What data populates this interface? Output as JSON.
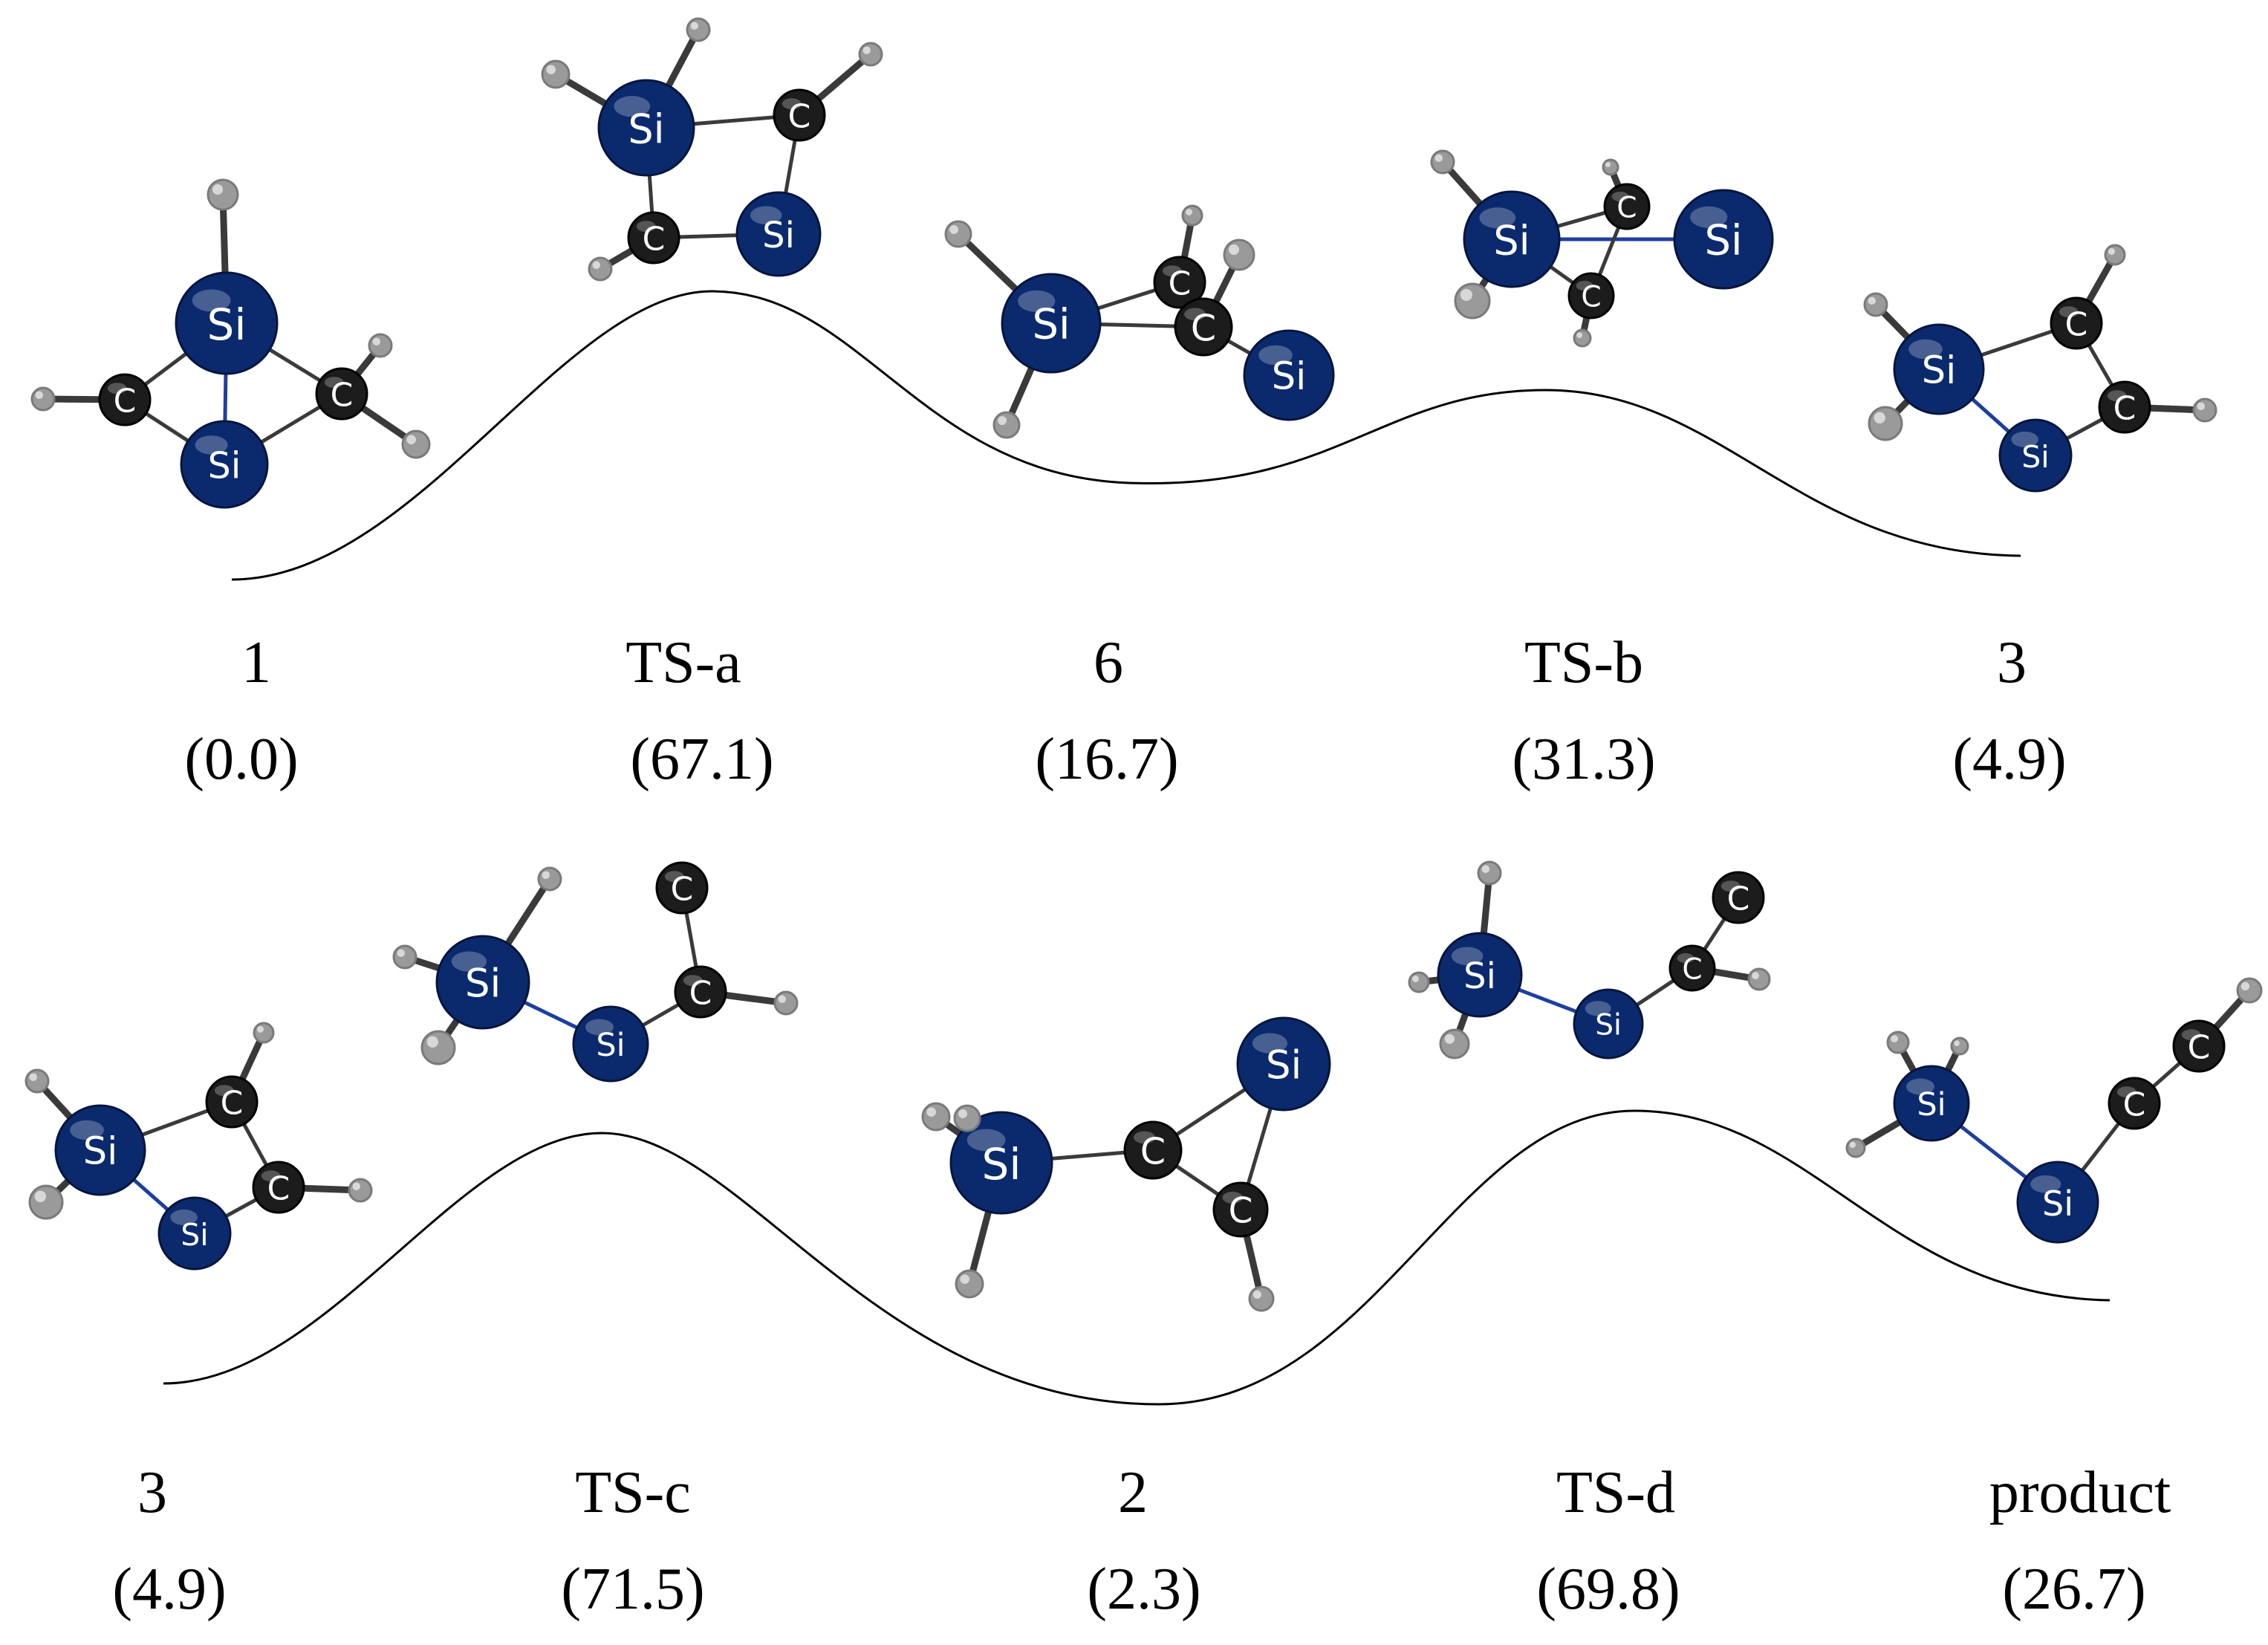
{
  "colors": {
    "silicon": "#0b2a6e",
    "carbon": "#1c1c1c",
    "hydrogen": "#9a9a9a",
    "bond": "#3a3a3a",
    "si_bond": "#1f3f9e",
    "curve": "#000000",
    "atom_text": "#ffffff"
  },
  "atom_labels": {
    "silicon": "Si",
    "carbon": "C"
  },
  "rows": [
    {
      "species": [
        {
          "name": "1",
          "energy": "(0.0)"
        },
        {
          "name": "TS-a",
          "energy": "(67.1)"
        },
        {
          "name": "6",
          "energy": "(16.7)"
        },
        {
          "name": "TS-b",
          "energy": "(31.3)"
        },
        {
          "name": "3",
          "energy": "(4.9)"
        }
      ]
    },
    {
      "species": [
        {
          "name": "3",
          "energy": "(4.9)"
        },
        {
          "name": "TS-c",
          "energy": "(71.5)"
        },
        {
          "name": "2",
          "energy": "(2.3)"
        },
        {
          "name": "TS-d",
          "energy": "(69.8)"
        },
        {
          "name": "product",
          "energy": "(26.7)"
        }
      ]
    }
  ]
}
